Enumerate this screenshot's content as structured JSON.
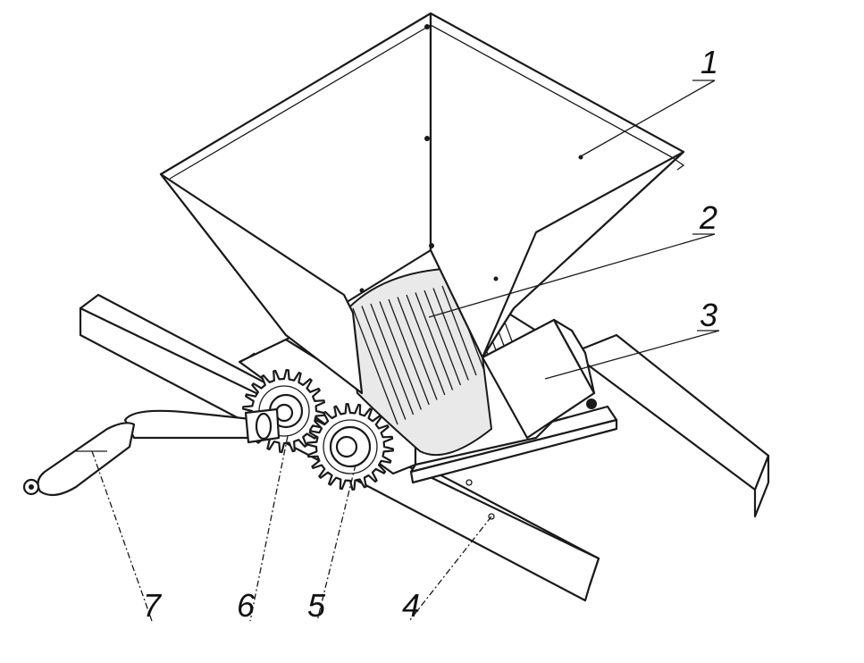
{
  "figure": {
    "callouts": [
      {
        "id": "hopper",
        "text": "1"
      },
      {
        "id": "roller",
        "text": "2"
      },
      {
        "id": "side-plate",
        "text": "3"
      },
      {
        "id": "base-frame",
        "text": "4"
      },
      {
        "id": "drive-gear",
        "text": "5"
      },
      {
        "id": "driven-gear",
        "text": "6"
      },
      {
        "id": "crank-handle",
        "text": "7"
      }
    ]
  },
  "colors": {
    "ink": "#1a1a1a",
    "paper": "#ffffff"
  }
}
